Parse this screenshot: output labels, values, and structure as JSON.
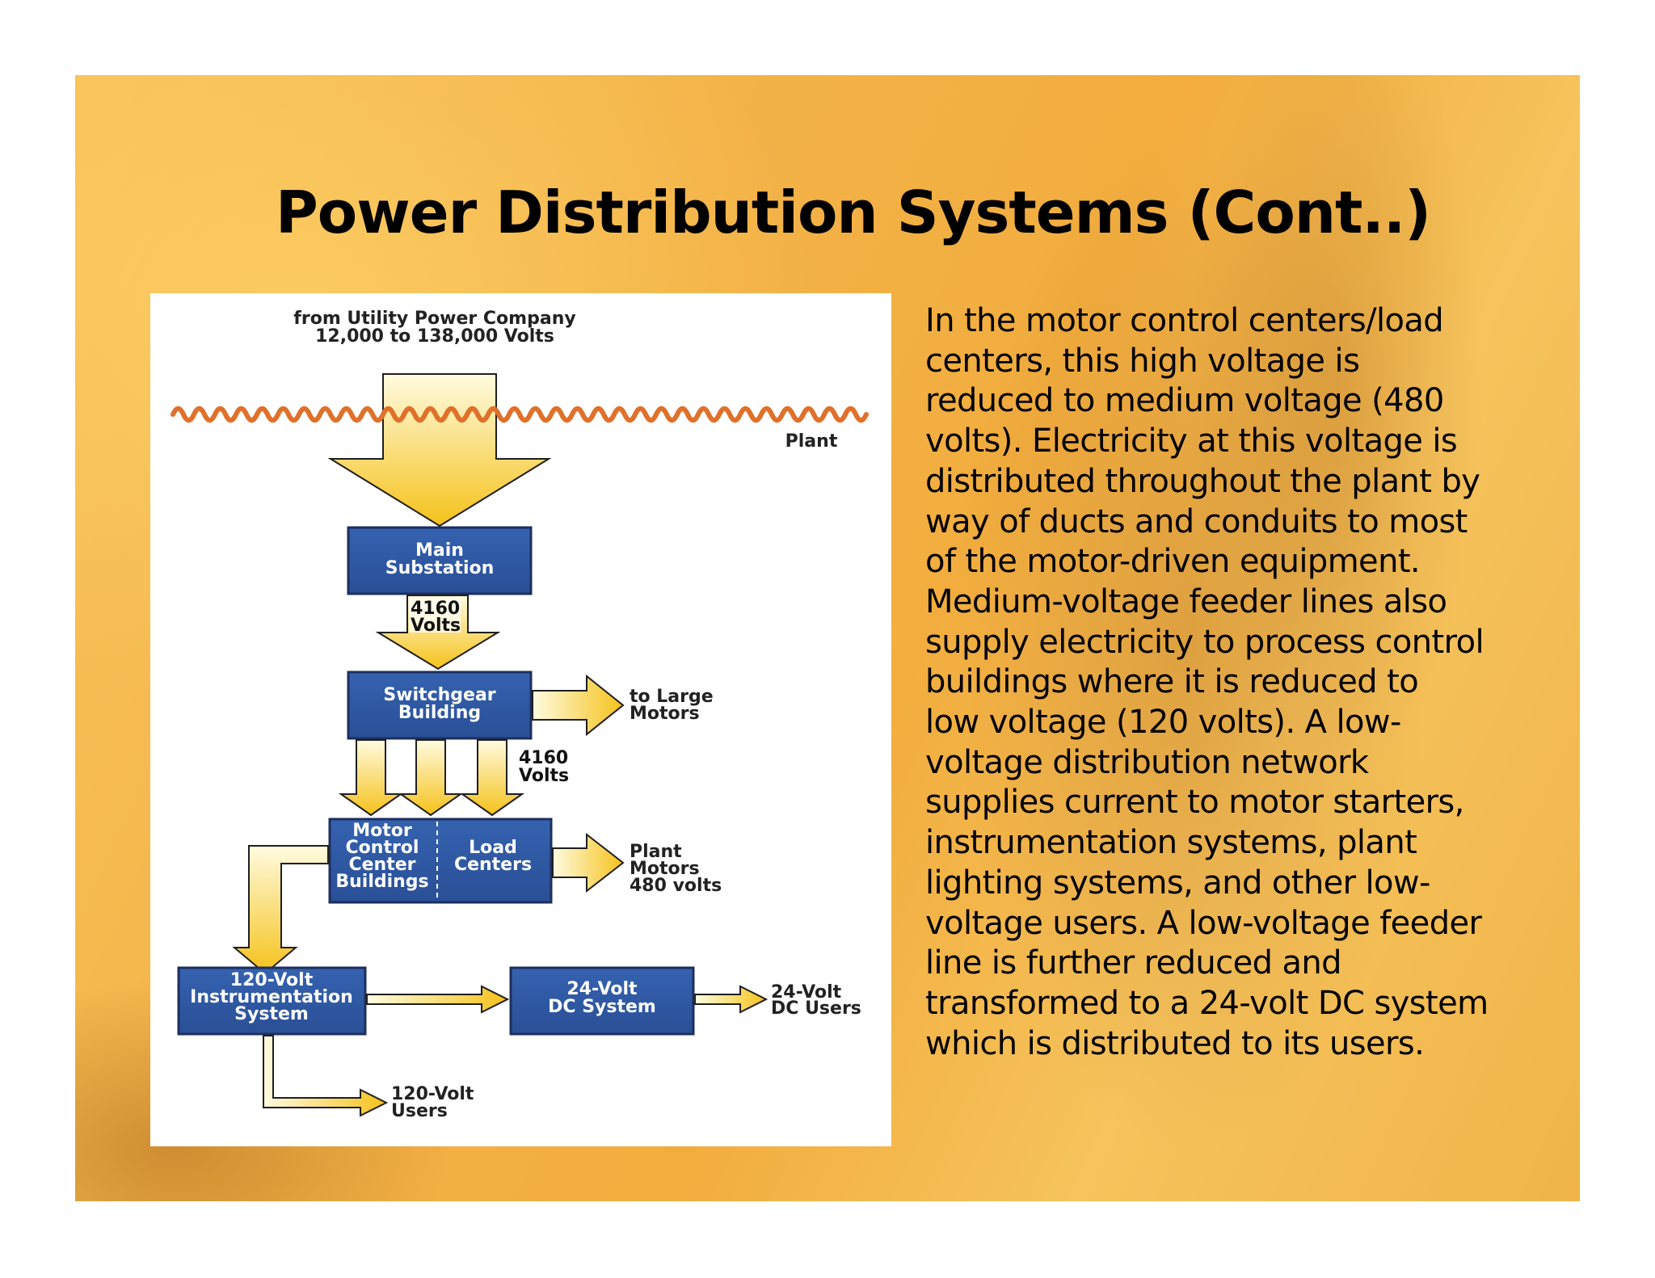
{
  "slide": {
    "title": "Power Distribution Systems (Cont..)",
    "body_lines": [
      "In the motor control centers/load",
      "centers, this high voltage is",
      "reduced to medium voltage (480",
      "volts). Electricity at this voltage is",
      "distributed throughout the plant by",
      "way of ducts and conduits to most",
      "of the motor-driven equipment.",
      "Medium-voltage feeder lines also",
      "supply electricity to process control",
      "buildings where it is reduced to",
      "low voltage (120 volts). A low-",
      "voltage distribution network",
      "supplies current to motor starters,",
      "instrumentation systems, plant",
      "lighting systems, and other low-",
      "voltage users. A low-voltage feeder",
      "line is further reduced and",
      "transformed to a 24-volt DC system",
      "which is distributed to its users."
    ]
  },
  "diagram": {
    "source_line1": "from Utility Power Company",
    "source_line2": "12,000 to 138,000 Volts",
    "plant_label": "Plant",
    "main_substation": [
      "Main",
      "Substation"
    ],
    "volts_4160_a": [
      "4160",
      "Volts"
    ],
    "switchgear": [
      "Switchgear",
      "Building"
    ],
    "to_large_motors": [
      "to Large",
      "Motors"
    ],
    "volts_4160_b": [
      "4160",
      "Volts"
    ],
    "mcc": [
      "Motor",
      "Control",
      "Center",
      "Buildings"
    ],
    "load_centers": [
      "Load",
      "Centers"
    ],
    "plant_motors": [
      "Plant",
      "Motors",
      "480 volts"
    ],
    "instrumentation": [
      "120-Volt",
      "Instrumentation",
      "System"
    ],
    "dc_system": [
      "24-Volt",
      "DC System"
    ],
    "dc_users": [
      "24-Volt",
      "DC Users"
    ],
    "users_120": [
      "120-Volt",
      "Users"
    ],
    "colors": {
      "box_fill": "#2f5aa6",
      "box_border": "#1d2f5e",
      "arrow_top": "#fff7c8",
      "arrow_bottom": "#f5c21a",
      "wave": "#e0702a",
      "slide_background": "#f3b247"
    }
  }
}
